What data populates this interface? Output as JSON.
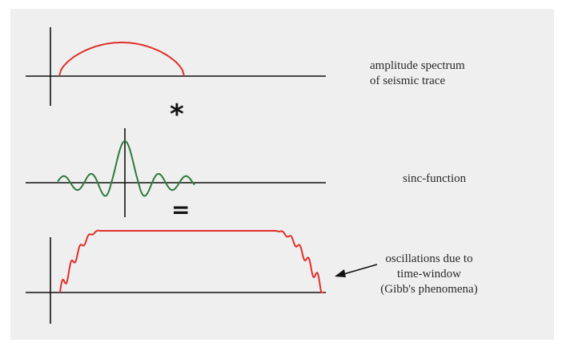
{
  "labels": {
    "amplitude_line1": "amplitude spectrum",
    "amplitude_line2": "of seismic trace",
    "sinc": "sinc-function",
    "osc_line1": "oscillations due to",
    "osc_line2": "time-window",
    "osc_line3": "(Gibb's phenomena)"
  },
  "operators": {
    "convolution": "*",
    "equals": "="
  },
  "colors": {
    "amplitude_curve": "#e0302a",
    "sinc_curve": "#2f7a3c",
    "result_curve": "#e0302a",
    "axes": "#111111",
    "panel_background": "#efefef"
  }
}
